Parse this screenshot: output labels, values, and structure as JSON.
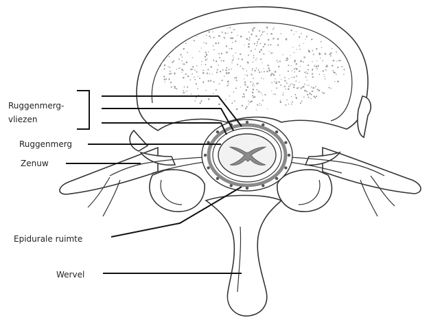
{
  "labels": {
    "meninges_line1": "Ruggenmerg-",
    "meninges_line2": "vliezen",
    "spinal_cord": "Ruggenmerg",
    "nerve": "Zenuw",
    "epidural_space": "Epidurale ruimte",
    "vertebra": "Wervel"
  },
  "colors": {
    "stroke": "#333333",
    "leader": "#111111",
    "stipple": "#9a9a9a",
    "cord_fill": "#f2f2f2",
    "dura_fill": "#8a8a8a"
  }
}
